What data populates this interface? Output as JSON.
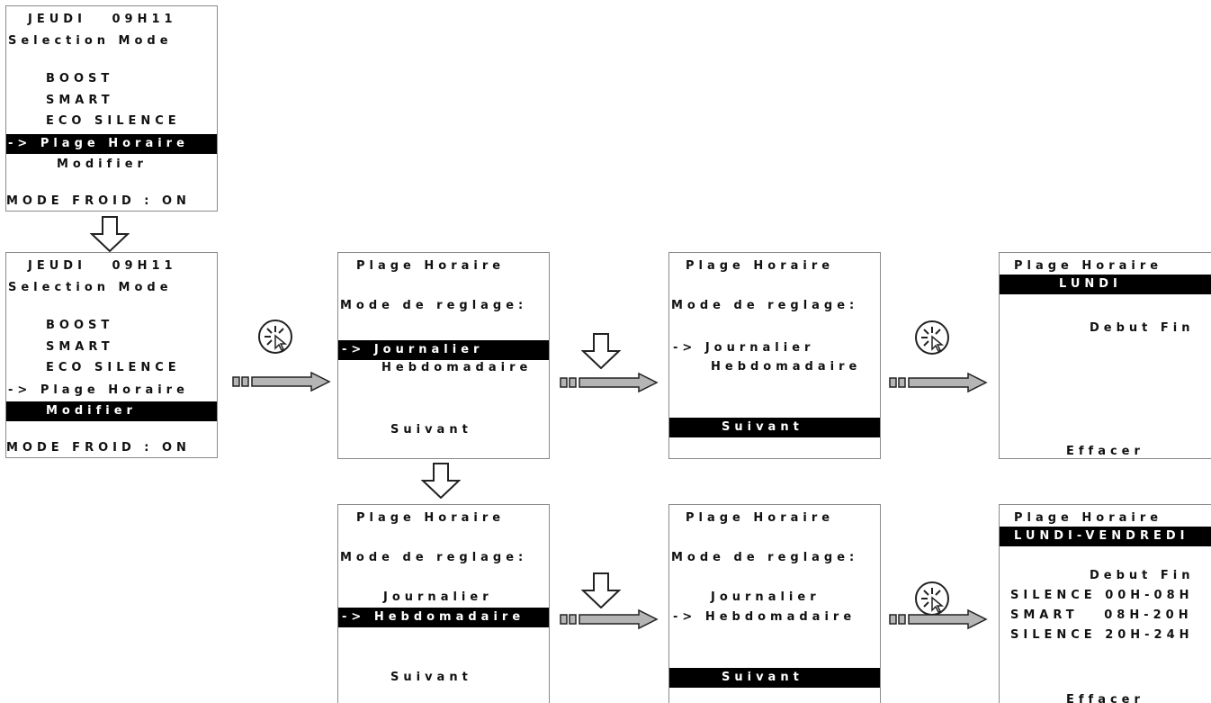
{
  "screens": {
    "s1": {
      "lines": [
        "JEUDI   09H11",
        "Selection Mode",
        "BOOST",
        "SMART",
        "ECO SILENCE",
        "-> Plage Horaire",
        "Modifier",
        "MODE FROID : ON"
      ]
    },
    "s2": {
      "lines": [
        "JEUDI   09H11",
        "Selection Mode",
        "BOOST",
        "SMART",
        "ECO SILENCE",
        "-> Plage Horaire",
        "Modifier",
        "MODE FROID : ON"
      ]
    },
    "s3": {
      "lines": [
        "Plage Horaire",
        "Mode de reglage:",
        "-> Journalier",
        "Hebdomadaire",
        "Suivant"
      ]
    },
    "s4": {
      "lines": [
        "Plage Horaire",
        "Mode de reglage:",
        "-> Journalier",
        "Hebdomadaire",
        "Suivant"
      ]
    },
    "s5": {
      "lines": [
        "Plage Horaire",
        "LUNDI",
        "Debut Fin",
        "Effacer"
      ]
    },
    "s6": {
      "lines": [
        "Plage Horaire",
        "Mode de reglage:",
        "Journalier",
        "-> Hebdomadaire",
        "Suivant"
      ]
    },
    "s7": {
      "lines": [
        "Plage Horaire",
        "Mode de reglage:",
        "Journalier",
        "-> Hebdomadaire",
        "Suivant"
      ]
    },
    "s8": {
      "lines": [
        "Plage Horaire",
        "LUNDI-VENDREDI",
        "Debut Fin",
        "SILENCE 00H-08H",
        "SMART   08H-20H",
        "SILENCE 20H-24H",
        "Effacer"
      ]
    }
  },
  "icons": {
    "tap": "click-pointer-icon",
    "next": "right-arrow-icon",
    "down": "down-arrow-icon"
  },
  "colors": {
    "highlight": "#000000",
    "highlight_text": "#ffffff",
    "arrow_fill": "#b5b5b5"
  }
}
